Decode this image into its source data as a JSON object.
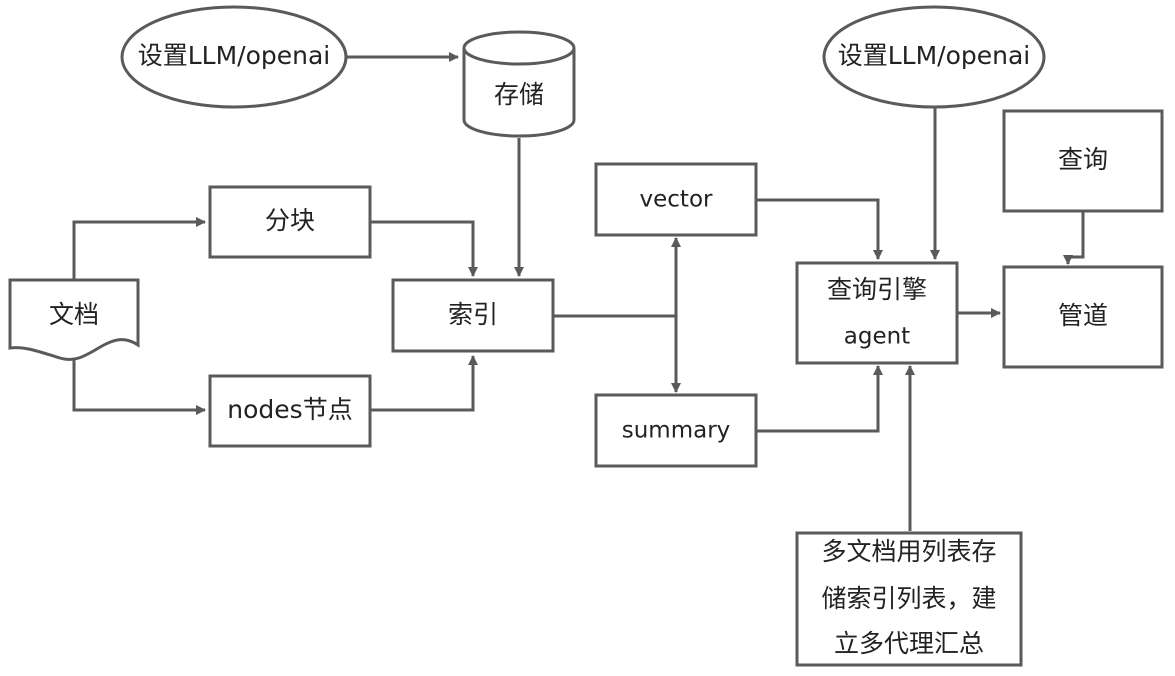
{
  "nodes": {
    "setup_llm_left": "设置LLM/openai",
    "storage": "存储",
    "chunking": "分块",
    "document": "文档",
    "nodes_node": "nodes节点",
    "index": "索引",
    "vector": "vector",
    "summary": "summary",
    "setup_llm_right": "设置LLM/openai",
    "query_engine": {
      "line1": "查询引擎",
      "line2": "agent"
    },
    "query": "查询",
    "pipeline": "管道",
    "multi_doc_note": {
      "line1": "多文档用列表存",
      "line2": "储索引列表，建",
      "line3": "立多代理汇总"
    }
  },
  "colors": {
    "stroke": "#5a5a5a",
    "text": "#222222",
    "background": "#ffffff"
  }
}
